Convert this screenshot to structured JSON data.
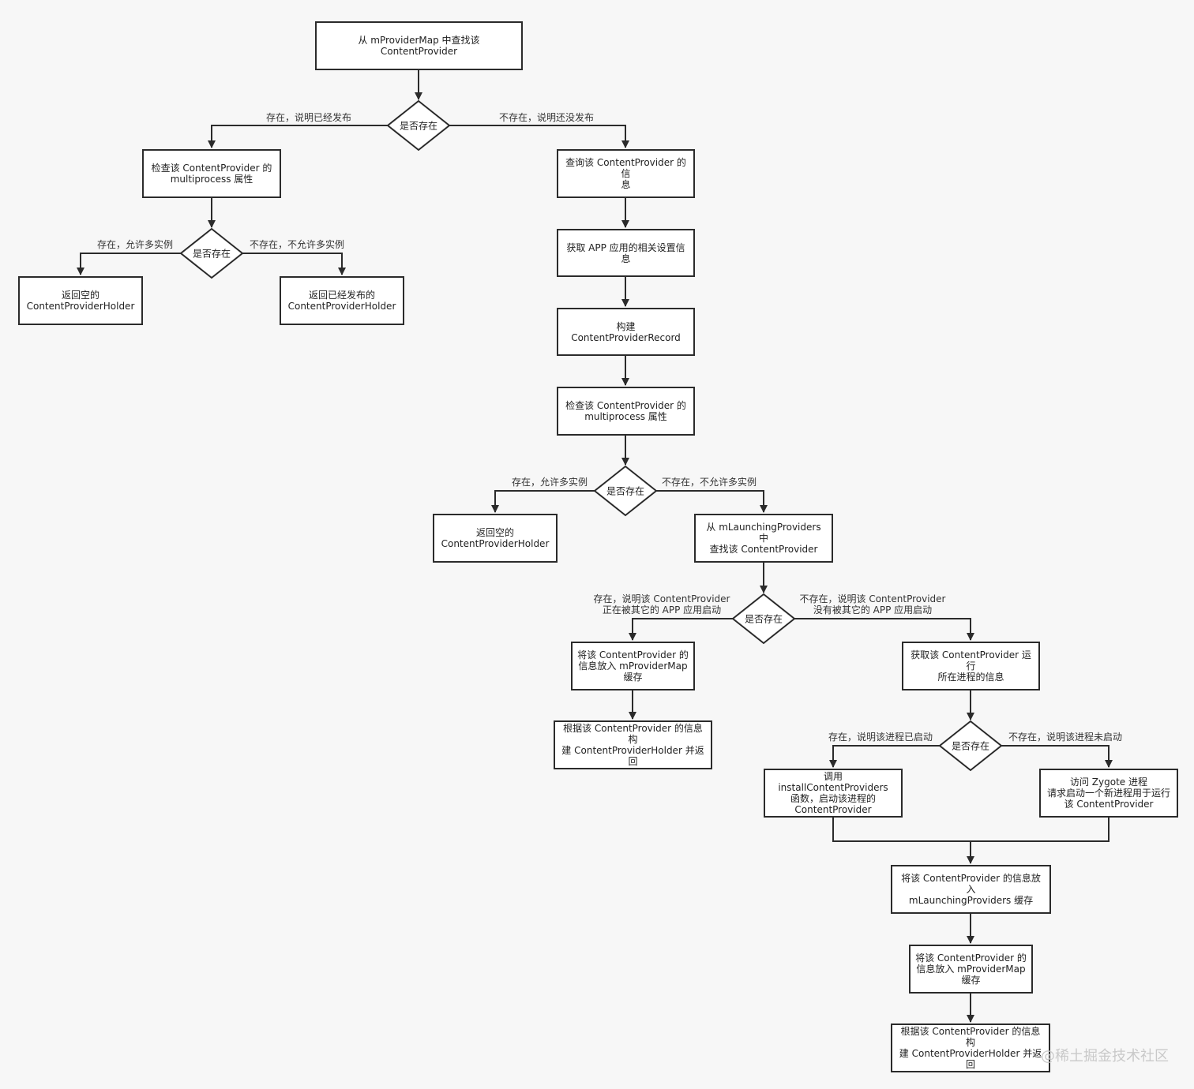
{
  "nodes": {
    "start": "从 mProviderMap 中查找该 ContentProvider",
    "check_mp_1": "检查该 ContentProvider 的\nmultiprocess 属性",
    "return_empty_1": "返回空的\nContentProviderHolder",
    "return_published": "返回已经发布的\nContentProviderHolder",
    "query_info": "查询该 ContentProvider 的信\n息",
    "get_app_settings": "获取 APP 应用的相关设置信息",
    "build_record": "构建 ContentProviderRecord",
    "check_mp_2": "检查该 ContentProvider 的\nmultiprocess 属性",
    "return_empty_2": "返回空的\nContentProviderHolder",
    "find_launching": "从 mLaunchingProviders 中\n查找该 ContentProvider",
    "put_map_1": "将该 ContentProvider 的\n信息放入 mProviderMap\n缓存",
    "build_holder_1": "根据该 ContentProvider 的信息构\n建 ContentProviderHolder 并返回",
    "get_process_info": "获取该 ContentProvider 运行\n所在进程的信息",
    "install_providers": "调用 installContentProviders\n函数，启动该进程的\nContentProvider",
    "zygote": "访问 Zygote 进程\n请求启动一个新进程用于运行\n该 ContentProvider",
    "put_launching": "将该 ContentProvider 的信息放入\nmLaunchingProviders 缓存",
    "put_map_2": "将该 ContentProvider 的\n信息放入 mProviderMap\n缓存",
    "build_holder_2": "根据该 ContentProvider 的信息构\n建 ContentProviderHolder 并返回"
  },
  "decisions": {
    "d1": "是否存在",
    "d2": "是否存在",
    "d3": "是否存在",
    "d4": "是否存在",
    "d5": "是否存在"
  },
  "edge_labels": {
    "d1_yes": "存在，说明已经发布",
    "d1_no": "不存在，说明还没发布",
    "d2_yes": "存在，允许多实例",
    "d2_no": "不存在，不允许多实例",
    "d3_yes": "存在，允许多实例",
    "d3_no": "不存在，不允许多实例",
    "d4_yes": "存在，说明该 ContentProvider\n正在被其它的 APP 应用启动",
    "d4_no": "不存在，说明该 ContentProvider\n没有被其它的 APP 应用启动",
    "d5_yes": "存在，说明该进程已启动",
    "d5_no": "不存在，说明该进程未启动"
  },
  "watermark": "@稀土掘金技术社区",
  "colors": {
    "stroke": "#2b2b2b",
    "background": "#f7f7f7",
    "node_fill": "#ffffff"
  }
}
